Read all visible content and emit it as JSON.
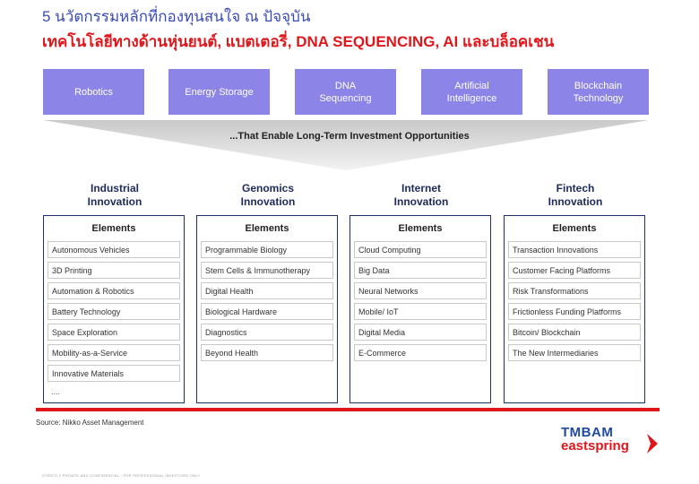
{
  "header": {
    "title": "5 นวัตกรรมหลักที่กองทุนสนใจ ณ ปัจจุบัน",
    "subtitle": "เทคโนโลยีทางด้านหุ่นยนต์, แบตเตอรี่, DNA SEQUENCING, AI และบล็อคเชน"
  },
  "technologies": [
    "Robotics",
    "Energy Storage",
    "DNA Sequencing",
    "Artificial Intelligence",
    "Blockchain Technology"
  ],
  "funnel_text": "...That Enable Long-Term Investment Opportunities",
  "columns": [
    {
      "title": "Industrial Innovation",
      "elements_label": "Elements",
      "items": [
        "Autonomous Vehicles",
        "3D Printing",
        "Automation & Robotics",
        "Battery Technology",
        "Space Exploration",
        "Mobility-as-a-Service",
        "Innovative Materials"
      ],
      "more": "...."
    },
    {
      "title": "Genomics Innovation",
      "elements_label": "Elements",
      "items": [
        "Programmable Biology",
        "Stem Cells & Immunotherapy",
        "Digital Health",
        "Biological Hardware",
        "Diagnostics",
        "Beyond Health"
      ]
    },
    {
      "title": "Internet Innovation",
      "elements_label": "Elements",
      "items": [
        "Cloud Computing",
        "Big Data",
        "Neural Networks",
        "Mobile/ IoT",
        "Digital Media",
        "E-Commerce"
      ]
    },
    {
      "title": "Fintech Innovation",
      "elements_label": "Elements",
      "items": [
        "Transaction Innovations",
        "Customer Facing Platforms",
        "Risk Transformations",
        "Frictionless Funding Platforms",
        "Bitcoin/ Blockchain",
        "The New Intermediaries"
      ]
    }
  ],
  "source": "Source: Nikko Asset Management",
  "logo": {
    "line1": "TMBAM",
    "line2": "eastspring"
  },
  "footer": "STRICTLY PRIVATE AND CONFIDENTIAL · FOR PROFESSIONAL INVESTORS ONLY",
  "colors": {
    "tech_box": "#8c84e6",
    "accent_red": "#e0161b",
    "title_blue": "#3a4bb8",
    "column_border": "#1f2f6b"
  }
}
